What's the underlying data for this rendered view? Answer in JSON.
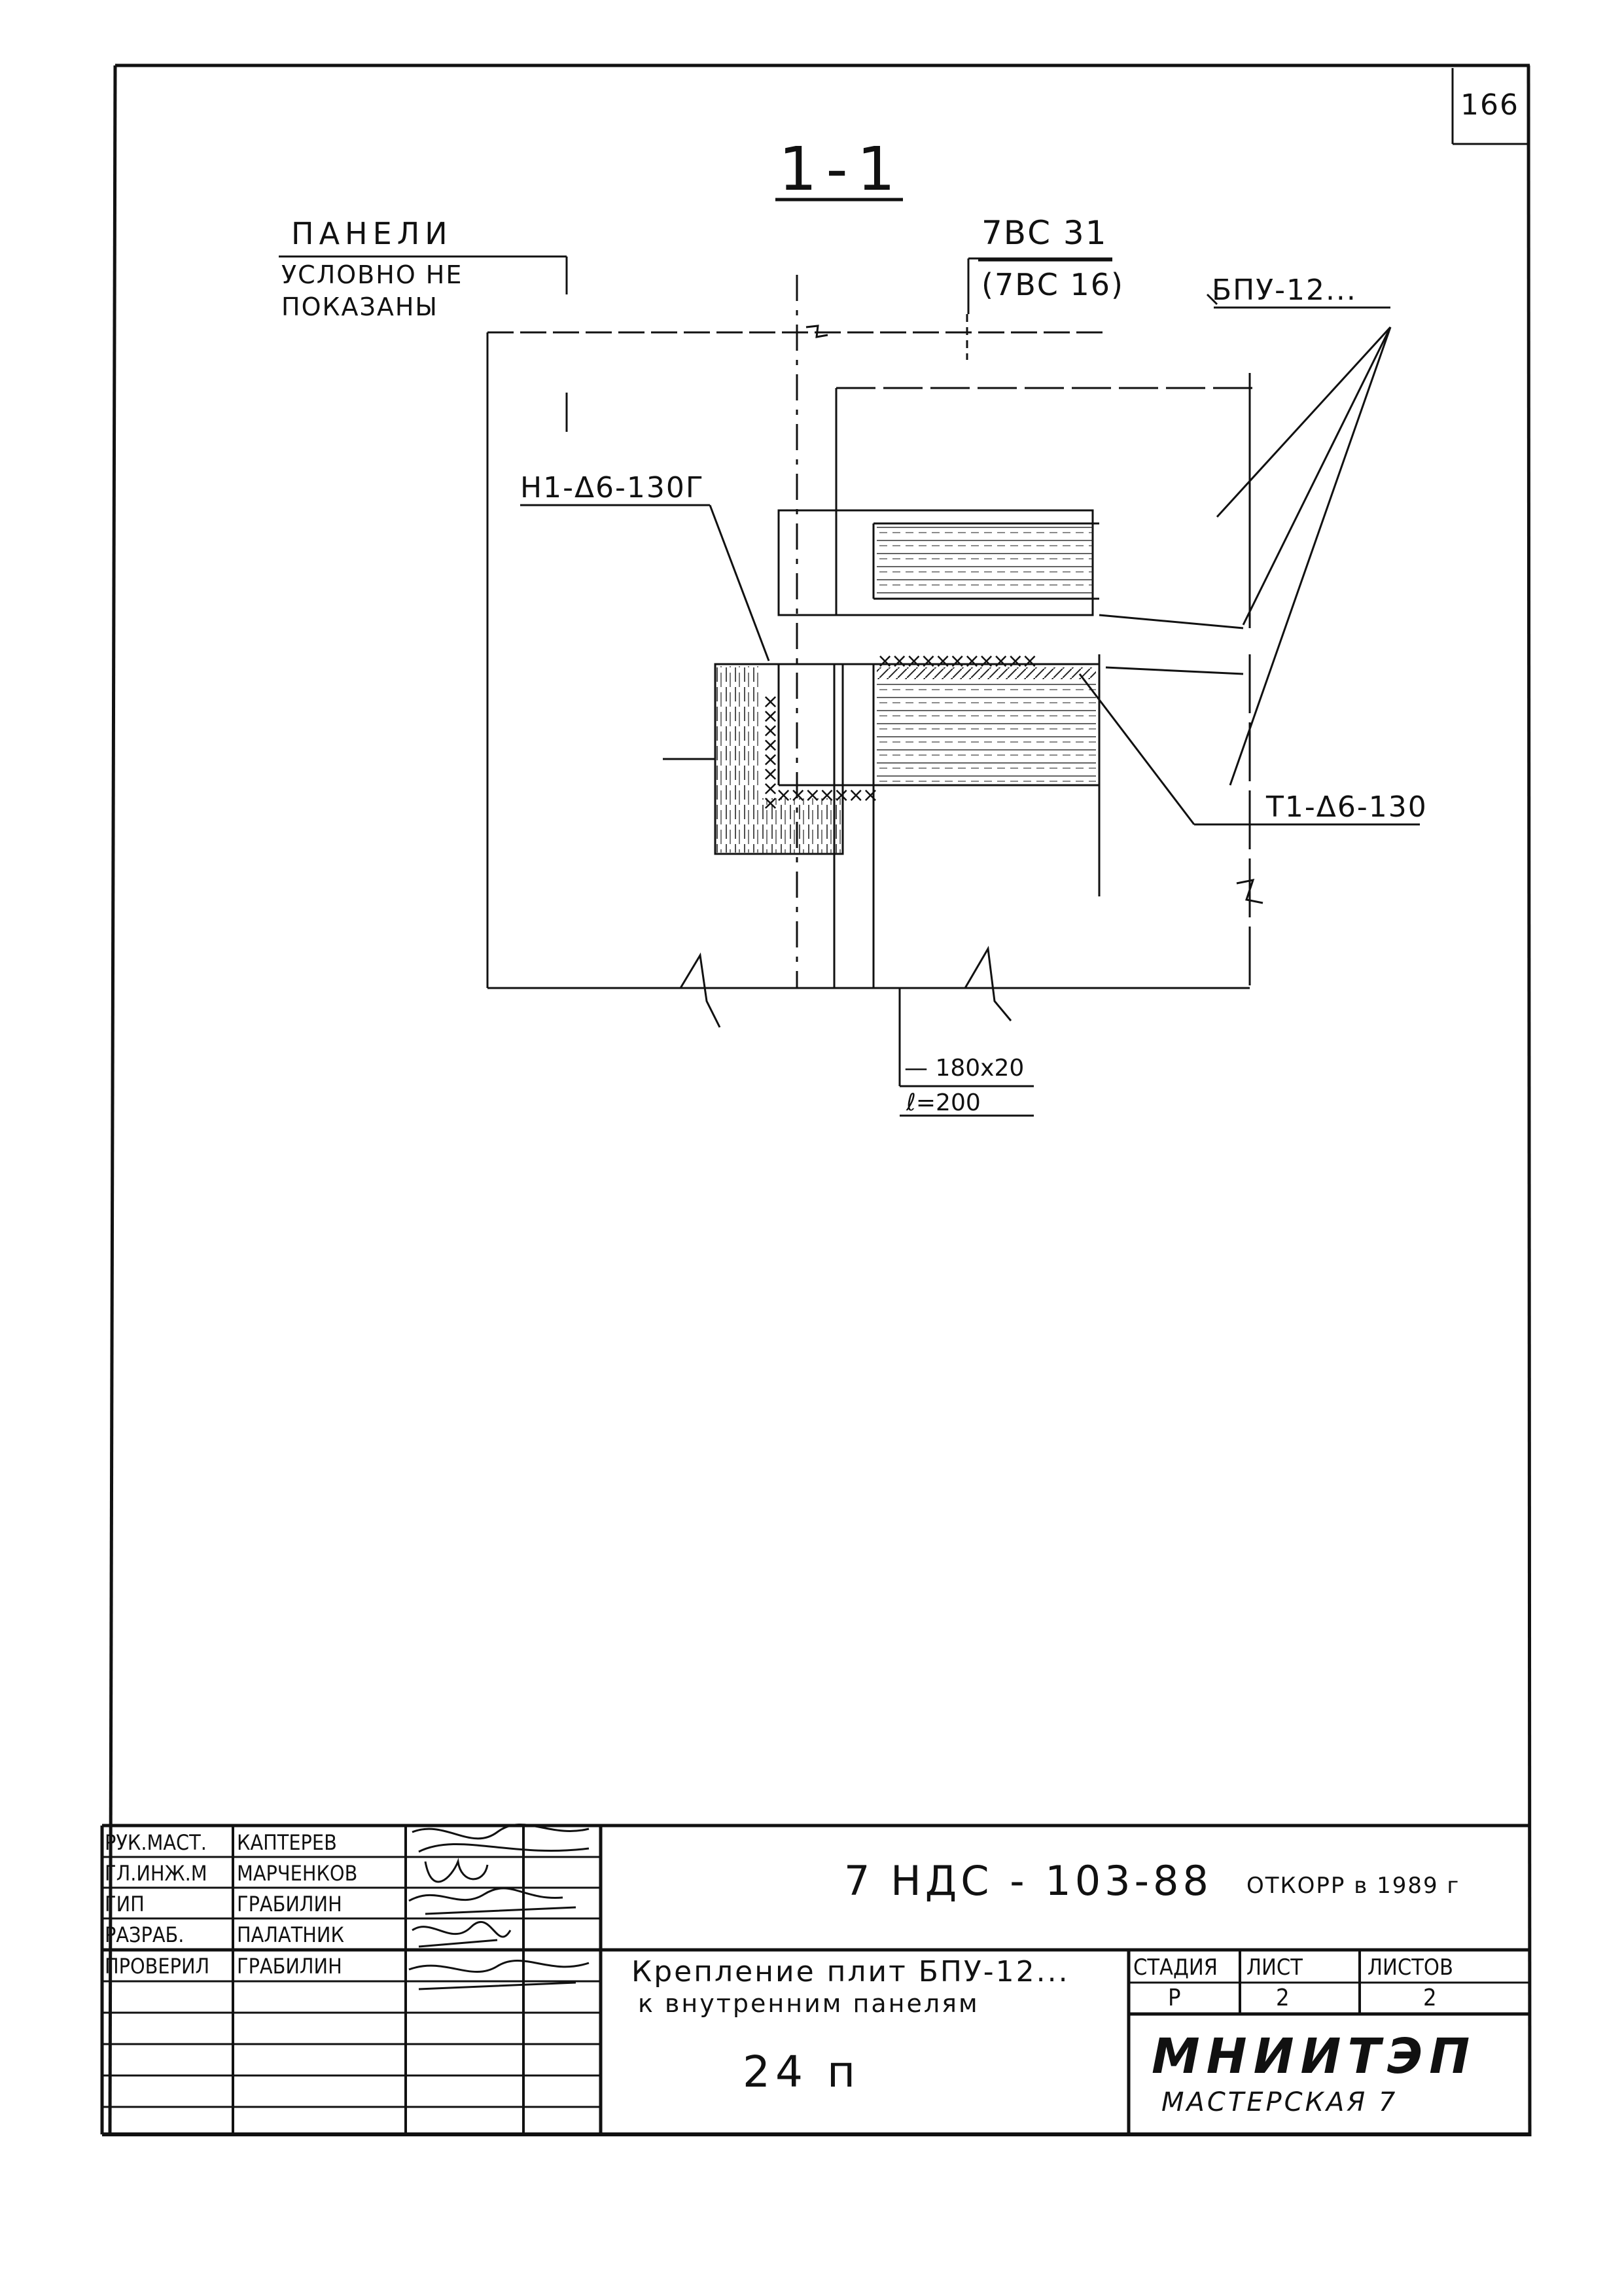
{
  "sheet": {
    "corner_number": "166",
    "section_mark": "1-1"
  },
  "labels": {
    "panels_title": "ПАНЕЛИ",
    "panels_note_line1": "УСЛОВНО НЕ",
    "panels_note_line2": "ПОКАЗАНЫ",
    "column_mark": "7ВС 31",
    "column_mark_alt": "(7ВС 16)",
    "slab_mark": "БПУ-12...",
    "weld_left": "Н1-Δ6-130Г",
    "weld_right": "Т1-Δ6-130",
    "plate_size": "— 180x20",
    "plate_length": "ℓ=200"
  },
  "title_block": {
    "roles": [
      "РУК.МАСТ.",
      "ГЛ.ИНЖ.М",
      "ГИП",
      "РАЗРАБ.",
      "ПРОВЕРИЛ"
    ],
    "names": [
      "КАПТЕРЕВ",
      "МАРЧЕНКОВ",
      "ГРАБИЛИН",
      "ПАЛАТНИК",
      "ГРАБИЛИН"
    ],
    "doc_code": "7 НДС - 103-88",
    "correction_note": "ОТКОРР в 1989 г",
    "title_line1": "Крепление плит БПУ-12...",
    "title_line2": "к внутренним панелям",
    "sheet_code": "24 п",
    "stage_header": "СТАДИЯ",
    "sheet_header": "ЛИСТ",
    "sheets_header": "ЛИСТОВ",
    "stage_value": "Р",
    "sheet_value": "2",
    "sheets_value": "2",
    "org_name": "МНИИТЭП",
    "org_dept": "МАСТЕРСКАЯ 7"
  }
}
